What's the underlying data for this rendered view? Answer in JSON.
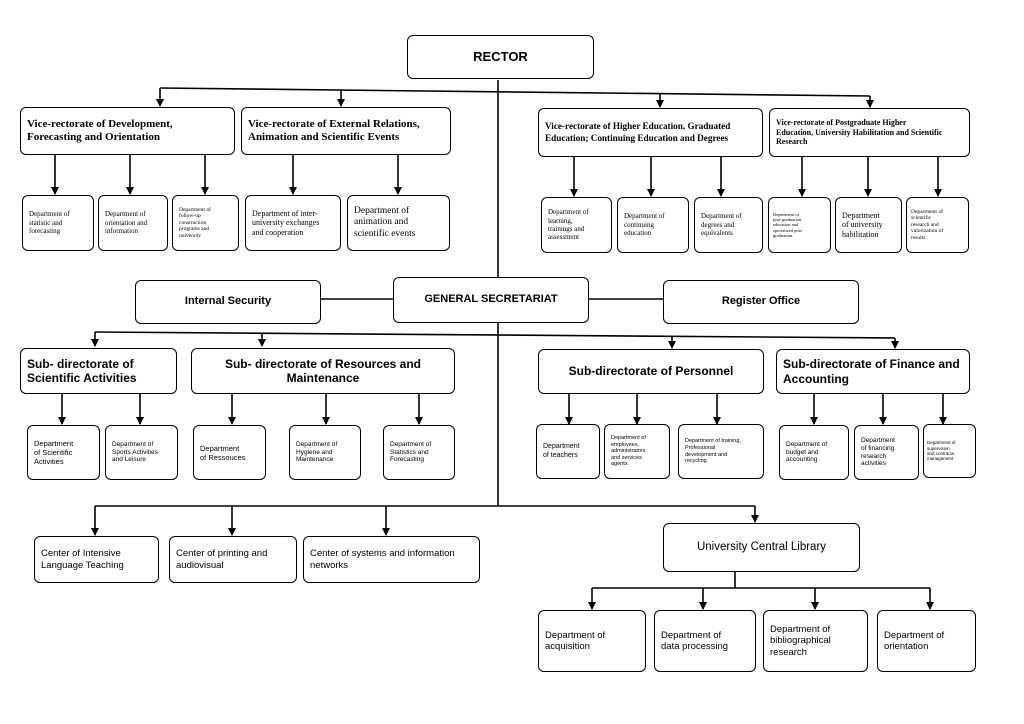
{
  "rector": "RECTOR",
  "vice_rectorates": [
    "Vice-rectorate of Development,\nForecasting and Orientation",
    "Vice-rectorate of External Relations,\nAnimation and Scientific Events",
    "Vice-rectorate of Higher Education, Graduated\nEducation; Continuing Education and Degrees",
    "Vice-rectorate of Postgraduate Higher\nEducation, University Habilitation and Scientific\nResearch"
  ],
  "vr_departments": [
    "Department of\nstatistic and\nforecasting",
    "Department of\norientation and\ninformation",
    "Department of\nfollow-up\nconstruction\nprograms and\nuniversity",
    "Department of inter-\nuniversity exchanges\nand cooperation",
    "Department of\nanimation and\nscientific events",
    "Department of\nlearning,\ntrainings and\nassessment",
    "Department of\ncontinuing\neducation",
    "Department of\ndegrees and\nequivalents",
    "Department of\npost-graduation\neducation and\nspecialized post-\ngraduation",
    "Department\nof university\nhabilitation",
    "Department of\nscientific\nresearch and\nvalorization of\nresults"
  ],
  "internal_security": "Internal Security",
  "general_secretariat": "GENERAL SECRETARIAT",
  "register_office": "Register Office",
  "sub_directorates": [
    "Sub- directorate of\nScientific Activities",
    "Sub- directorate of Resources and\nMaintenance",
    "Sub-directorate of Personnel",
    "Sub-directorate of Finance and\nAccounting"
  ],
  "sd_departments": [
    "Department\nof Scientific\nActivities",
    "Department of\nSports Activities\nand Leisure",
    "Department\nof Ressouces",
    "Department of\nHygiene and\nMaintenance",
    "Department of\nStatistics and\nForecasting",
    "Department\nof teachers",
    "Department of\nemployees,\nadministrators\nand services\nagents",
    "Department of training,\nProfessional\ndevelopment and\nrecycling",
    "Department of\nbudget and\naccounting",
    "Department\nof financing\nresearch\nactivities",
    "Department of\nsupervision\nand contracts\nmanagement"
  ],
  "centers": [
    "Center of Intensive\nLanguage Teaching",
    "Center of  printing  and\naudiovisual",
    "Center of systems and information\nnetworks"
  ],
  "library": "University Central Library",
  "library_departments": [
    "Department of\nacquisition",
    "Department of\ndata processing",
    "Department of\nbibliographical\nresearch",
    "Department of\norientation"
  ]
}
